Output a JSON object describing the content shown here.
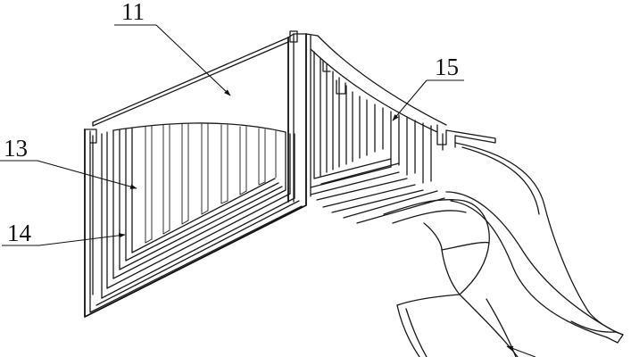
{
  "figure": {
    "labels": [
      {
        "id": "callout-11",
        "text": "11"
      },
      {
        "id": "callout-13",
        "text": "13"
      },
      {
        "id": "callout-14",
        "text": "14"
      },
      {
        "id": "callout-15",
        "text": "15"
      }
    ]
  },
  "colors": {
    "stroke": "#1a1a1a",
    "background": "#ffffff"
  }
}
